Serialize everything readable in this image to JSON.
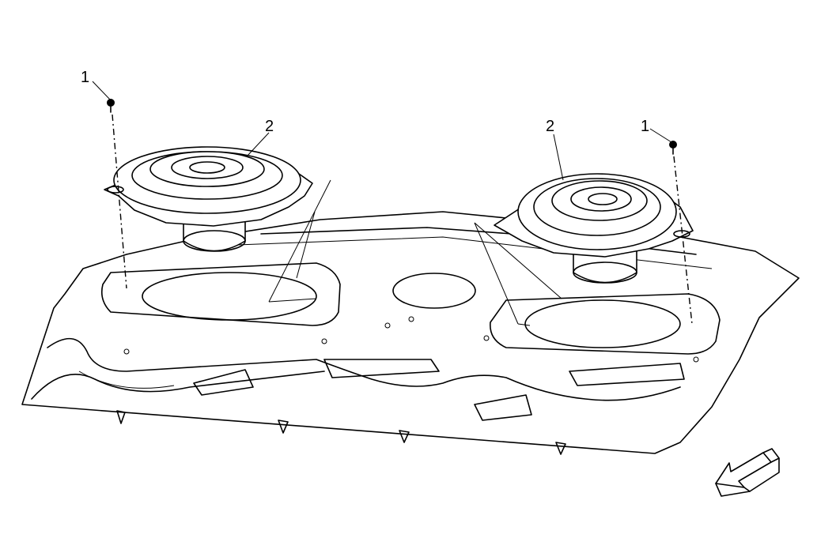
{
  "figure": {
    "callouts": {
      "bolt_left": "1",
      "speaker_left": "2",
      "speaker_right": "2",
      "bolt_right": "1"
    },
    "colors": {
      "line": "#000000",
      "background": "#ffffff"
    },
    "icons": {
      "direction_arrow": "front-arrow-icon"
    }
  }
}
